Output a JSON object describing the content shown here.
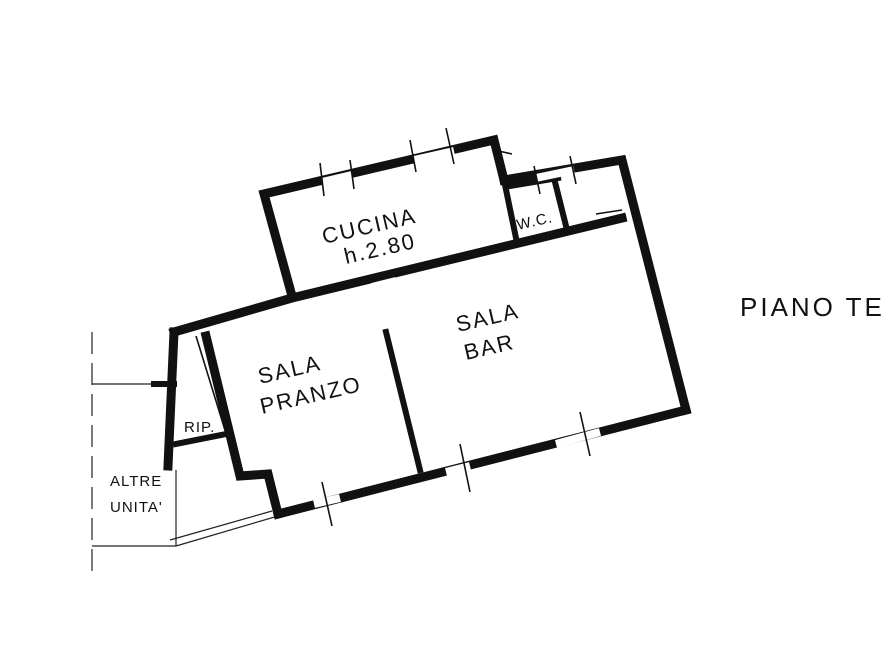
{
  "rooms": {
    "cucina": "CUCINA",
    "cucina_height": "h.2.80",
    "wc": "W.C.",
    "sala_pranzo_1": "SALA",
    "sala_pranzo_2": "PRANZO",
    "sala_bar_1": "SALA",
    "sala_bar_2": "BAR",
    "rip": "RIP.",
    "altre_1": "ALTRE",
    "altre_2": "UNITA'"
  },
  "title": "PIANO TE"
}
